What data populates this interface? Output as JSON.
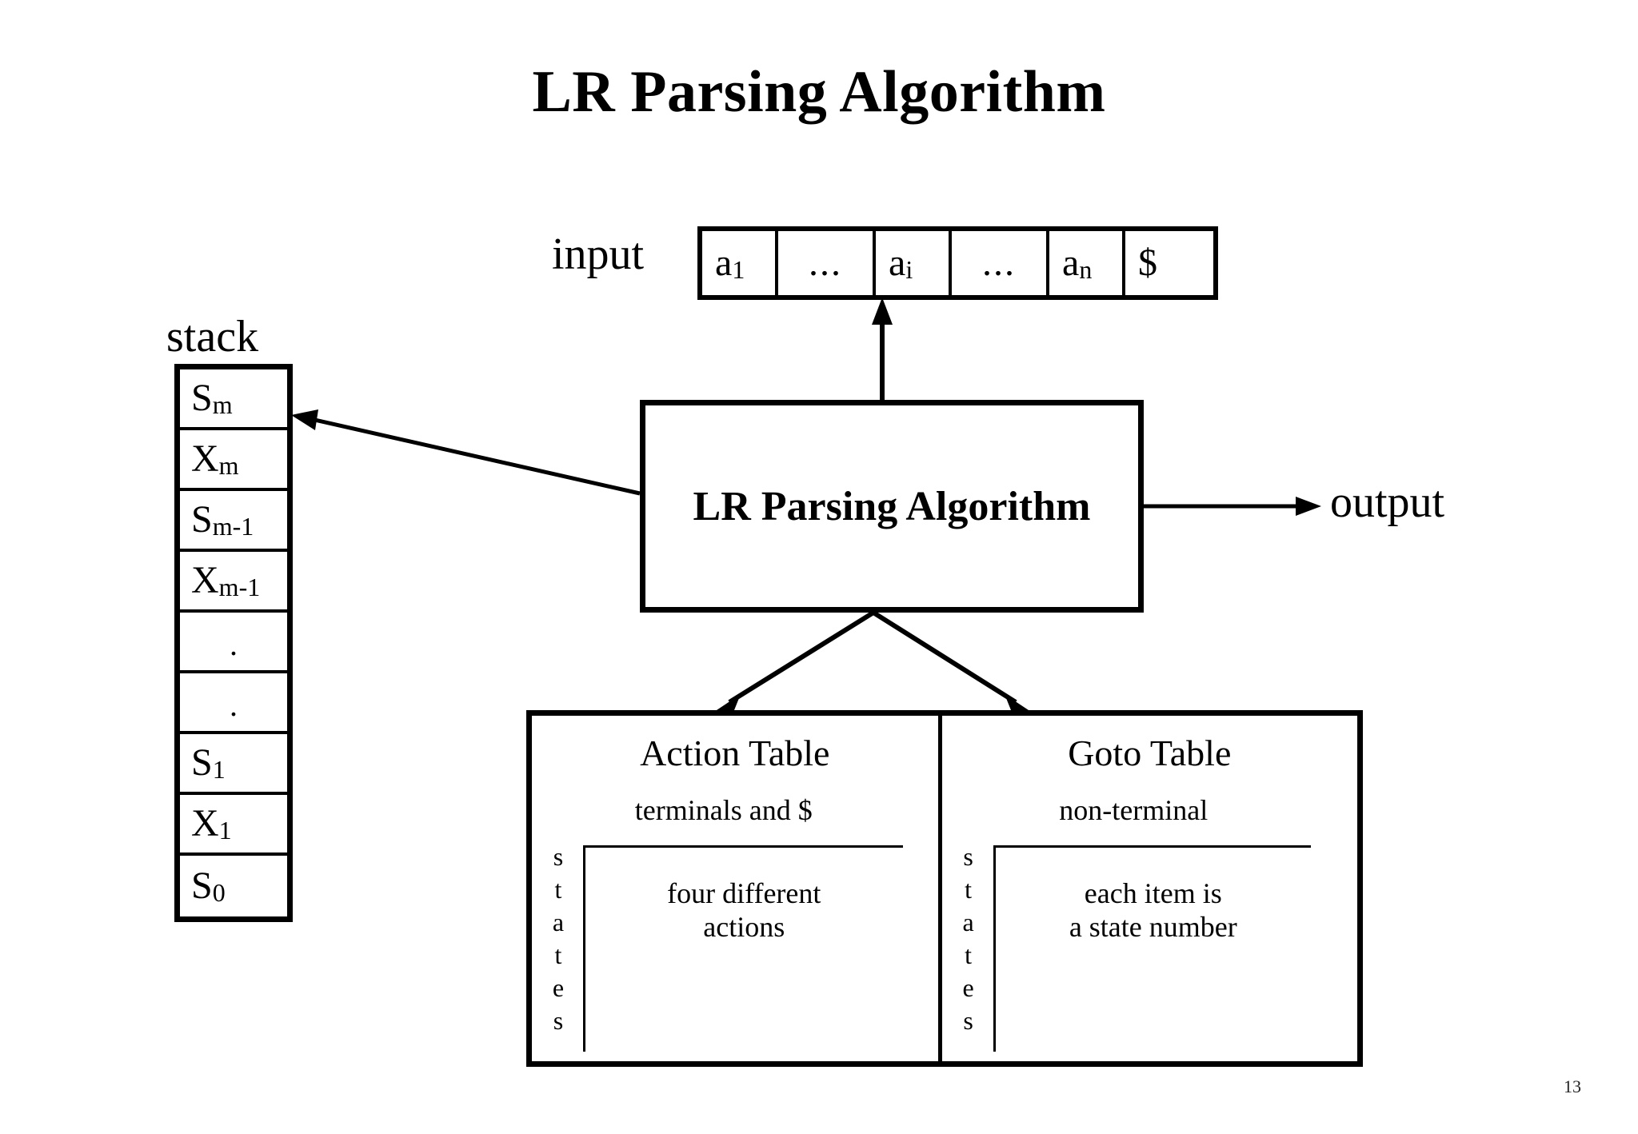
{
  "title": "LR Parsing Algorithm",
  "page_number": "13",
  "input": {
    "label": "input",
    "cells": [
      {
        "base": "a",
        "sub": "1"
      },
      {
        "base": "...",
        "sub": ""
      },
      {
        "base": "a",
        "sub": "i"
      },
      {
        "base": "...",
        "sub": ""
      },
      {
        "base": "a",
        "sub": "n"
      },
      {
        "base": "$",
        "sub": ""
      }
    ]
  },
  "stack": {
    "label": "stack",
    "cells": [
      {
        "base": "S",
        "sub": "m"
      },
      {
        "base": "X",
        "sub": "m"
      },
      {
        "base": "S",
        "sub": "m-1"
      },
      {
        "base": "X",
        "sub": "m-1"
      },
      {
        "base": ".",
        "sub": ""
      },
      {
        "base": ".",
        "sub": ""
      },
      {
        "base": "S",
        "sub": "1"
      },
      {
        "base": "X",
        "sub": "1"
      },
      {
        "base": "S",
        "sub": "0"
      }
    ]
  },
  "algorithm_box": {
    "label": "LR Parsing Algorithm"
  },
  "output": {
    "label": "output"
  },
  "tables": {
    "action": {
      "title": "Action Table",
      "column_header": "terminals and $",
      "row_header": "states",
      "cell_note_line1": "four different",
      "cell_note_line2": "actions"
    },
    "goto": {
      "title": "Goto Table",
      "column_header": "non-terminal",
      "row_header": "states",
      "cell_note_line1": "each item is",
      "cell_note_line2": "a state number"
    }
  },
  "colors": {
    "ink": "#000000",
    "background": "#ffffff"
  }
}
